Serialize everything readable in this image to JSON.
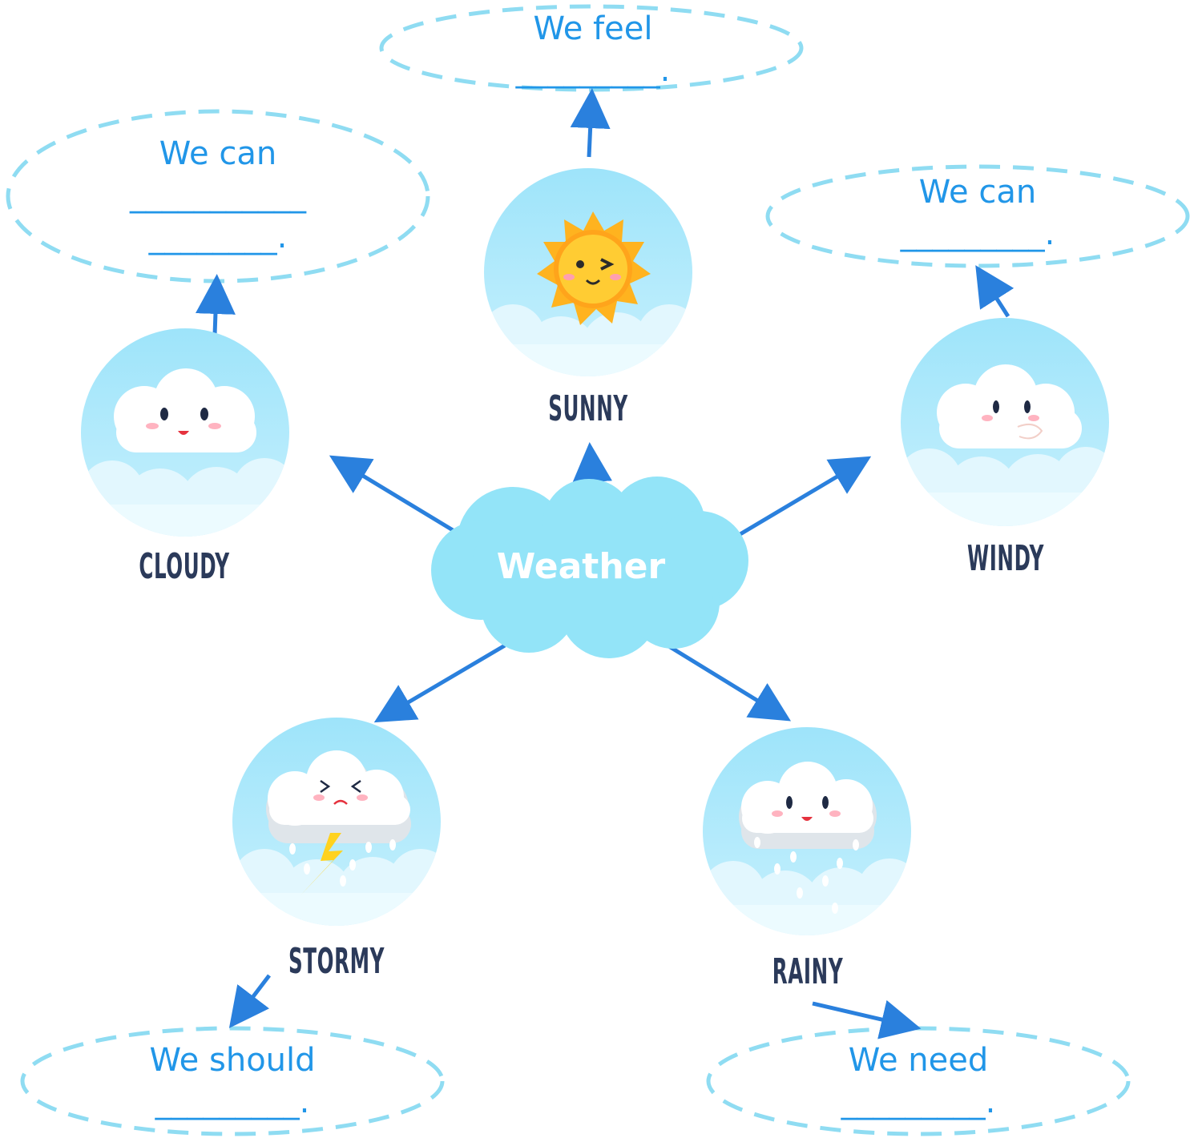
{
  "center": {
    "title": "Weather"
  },
  "nodes": {
    "sunny": {
      "label": "SUNNY",
      "prompt": "We feel\n_________."
    },
    "cloudy": {
      "label": "CLOUDY",
      "prompt": "We can\n___________\n________."
    },
    "windy": {
      "label": "WINDY",
      "prompt": "We can\n_________."
    },
    "stormy": {
      "label": "STORMY",
      "prompt": "We should\n_________."
    },
    "rainy": {
      "label": "RAINY",
      "prompt": "We need\n_________."
    }
  },
  "colors": {
    "arrow": "#2a80dd",
    "prompt_text": "#2196e8",
    "dashed_border": "#8fdcf2",
    "center_cloud": "#93e4f8",
    "sky": "#a9e7fb",
    "label_text": "#2b3a5a"
  }
}
